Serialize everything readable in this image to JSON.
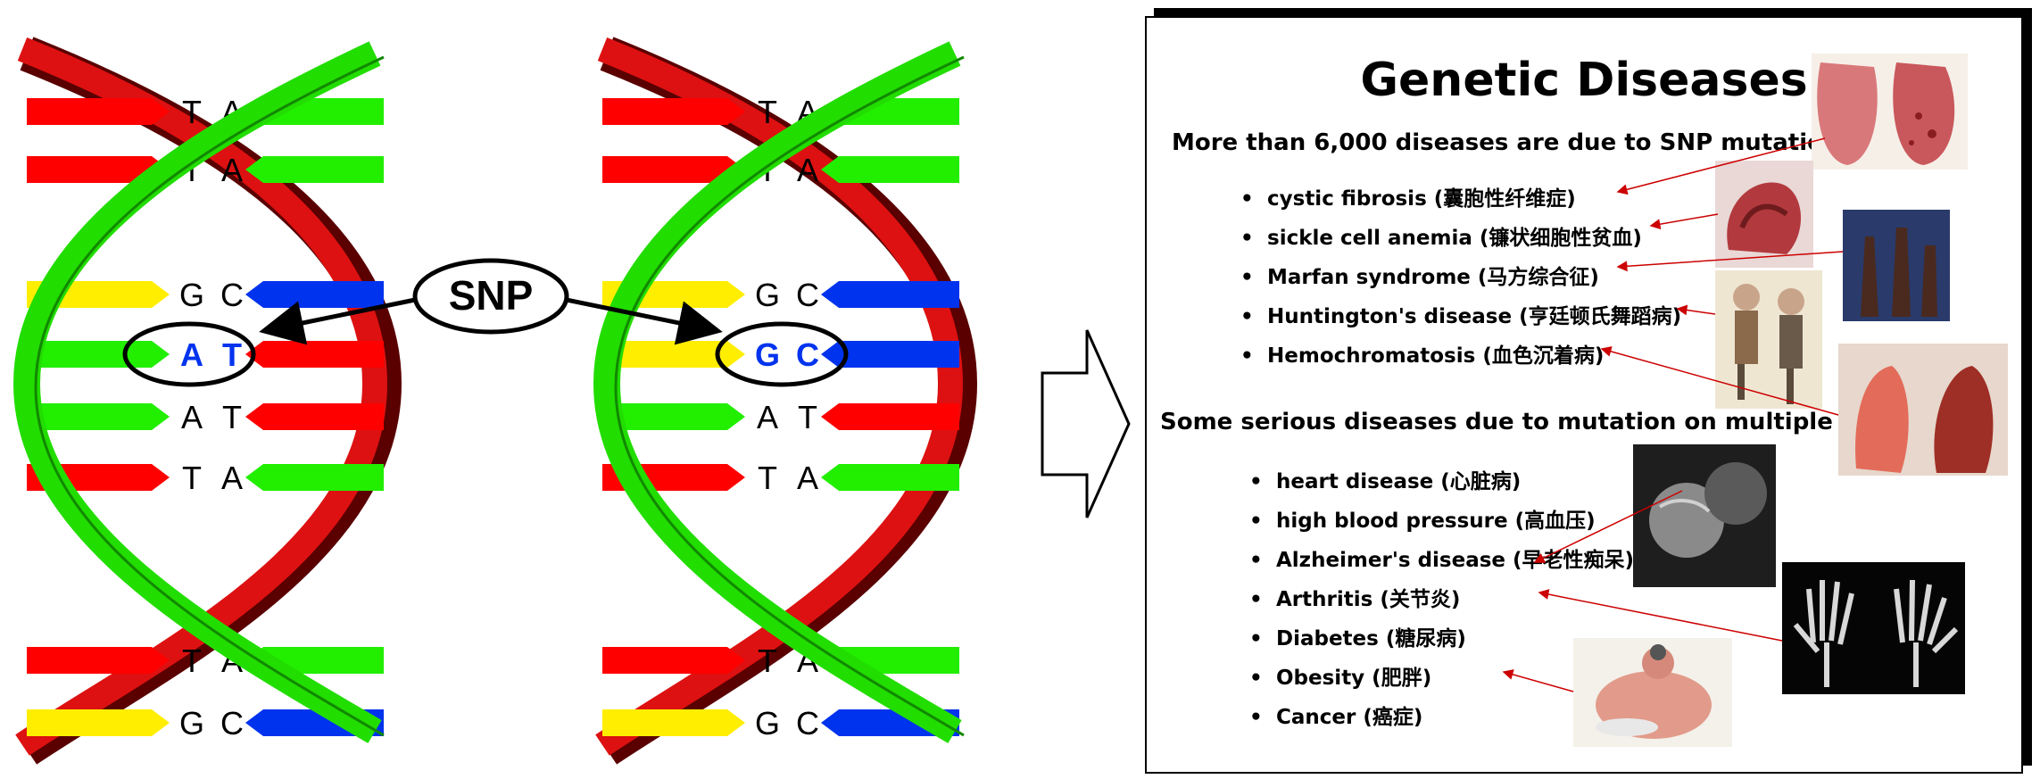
{
  "snp_label": "SNP",
  "left_helix": {
    "rows": [
      {
        "l": "T",
        "r": "A"
      },
      {
        "l": "T",
        "r": "A"
      },
      {
        "l": "G",
        "r": "C"
      },
      {
        "l": "A",
        "r": "T",
        "highlight": true
      },
      {
        "l": "A",
        "r": "T"
      },
      {
        "l": "T",
        "r": "A"
      },
      {
        "l": "T",
        "r": "A"
      },
      {
        "l": "G",
        "r": "C"
      }
    ]
  },
  "right_helix": {
    "rows": [
      {
        "l": "T",
        "r": "A"
      },
      {
        "l": "T",
        "r": "A"
      },
      {
        "l": "G",
        "r": "C"
      },
      {
        "l": "G",
        "r": "C",
        "highlight": true
      },
      {
        "l": "A",
        "r": "T"
      },
      {
        "l": "T",
        "r": "A"
      },
      {
        "l": "T",
        "r": "A"
      },
      {
        "l": "G",
        "r": "C"
      }
    ]
  },
  "panel": {
    "title": "Genetic Diseases",
    "snp_heading": "More than 6,000 diseases are due to SNP mutations",
    "snp_diseases": [
      "cystic fibrosis (囊胞性纤维症)",
      "sickle cell anemia (镰状细胞性贫血)",
      "Marfan syndrome (马方综合征)",
      "Huntington's disease (亨廷顿氏舞蹈病)",
      "Hemochromatosis (血色沉着病)"
    ],
    "multi_heading": "Some serious diseases due to mutation on multiple genes:",
    "multi_diseases": [
      "heart disease (心脏病)",
      "high blood pressure (高血压)",
      "Alzheimer's disease (早老性痴呆)",
      "Arthritis (关节炎)",
      "Diabetes (糖尿病)",
      "Obesity (肥胖)",
      "Cancer (癌症)"
    ],
    "bullet": "•"
  },
  "colors": {
    "red": "#ff0000",
    "green": "#22ee00",
    "blue": "#0033ee",
    "yellow": "#ffee00",
    "backbone_dark": "#5a0000",
    "arrow": "#cc0000"
  }
}
